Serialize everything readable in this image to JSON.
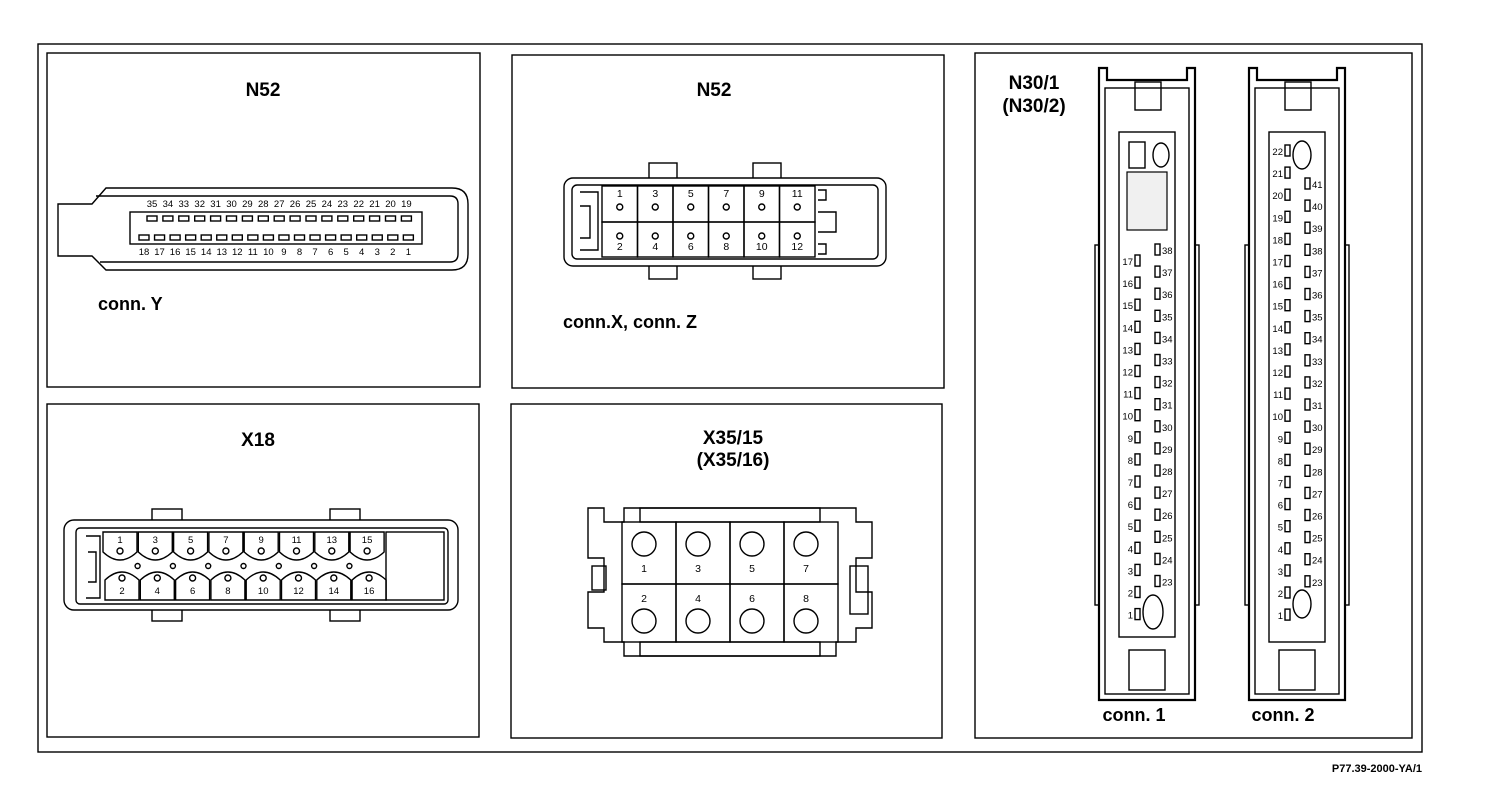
{
  "panels": {
    "n52_y": {
      "title": "N52",
      "caption": "conn. Y",
      "top_pins": [
        "35",
        "34",
        "33",
        "32",
        "31",
        "30",
        "29",
        "28",
        "27",
        "26",
        "25",
        "24",
        "23",
        "22",
        "21",
        "20",
        "19"
      ],
      "bottom_pins": [
        "18",
        "17",
        "16",
        "15",
        "14",
        "13",
        "12",
        "11",
        "10",
        "9",
        "8",
        "7",
        "6",
        "5",
        "4",
        "3",
        "2",
        "1"
      ]
    },
    "n52_xz": {
      "title": "N52",
      "caption": "conn.X, conn. Z",
      "top_pins": [
        "1",
        "3",
        "5",
        "7",
        "9",
        "11"
      ],
      "bottom_pins": [
        "2",
        "4",
        "6",
        "8",
        "10",
        "12"
      ]
    },
    "x18": {
      "title": "X18",
      "top_pins": [
        "1",
        "3",
        "5",
        "7",
        "9",
        "11",
        "13",
        "15"
      ],
      "bottom_pins": [
        "2",
        "4",
        "6",
        "8",
        "10",
        "12",
        "14",
        "16"
      ]
    },
    "x35": {
      "title": "X35/15",
      "subtitle": "(X35/16)",
      "top_pins": [
        "1",
        "3",
        "5",
        "7"
      ],
      "bottom_pins": [
        "2",
        "4",
        "6",
        "8"
      ]
    },
    "n30": {
      "title": "N30/1",
      "subtitle": "(N30/2)",
      "conn1": {
        "caption": "conn. 1",
        "left_pins": [
          "17",
          "16",
          "15",
          "14",
          "13",
          "12",
          "11",
          "10",
          "9",
          "8",
          "7",
          "6",
          "5",
          "4",
          "3",
          "2",
          "1"
        ],
        "right_pins": [
          "38",
          "37",
          "36",
          "35",
          "34",
          "33",
          "32",
          "31",
          "30",
          "29",
          "28",
          "27",
          "26",
          "25",
          "24",
          "23"
        ]
      },
      "conn2": {
        "caption": "conn. 2",
        "left_pins": [
          "22",
          "21",
          "20",
          "19",
          "18",
          "17",
          "16",
          "15",
          "14",
          "13",
          "12",
          "11",
          "10",
          "9",
          "8",
          "7",
          "6",
          "5",
          "4",
          "3",
          "2",
          "1"
        ],
        "right_pins": [
          "41",
          "40",
          "39",
          "38",
          "37",
          "36",
          "35",
          "34",
          "33",
          "32",
          "31",
          "30",
          "29",
          "28",
          "27",
          "26",
          "25",
          "24",
          "23"
        ]
      }
    }
  },
  "reference": "P77.39-2000-YA/1"
}
